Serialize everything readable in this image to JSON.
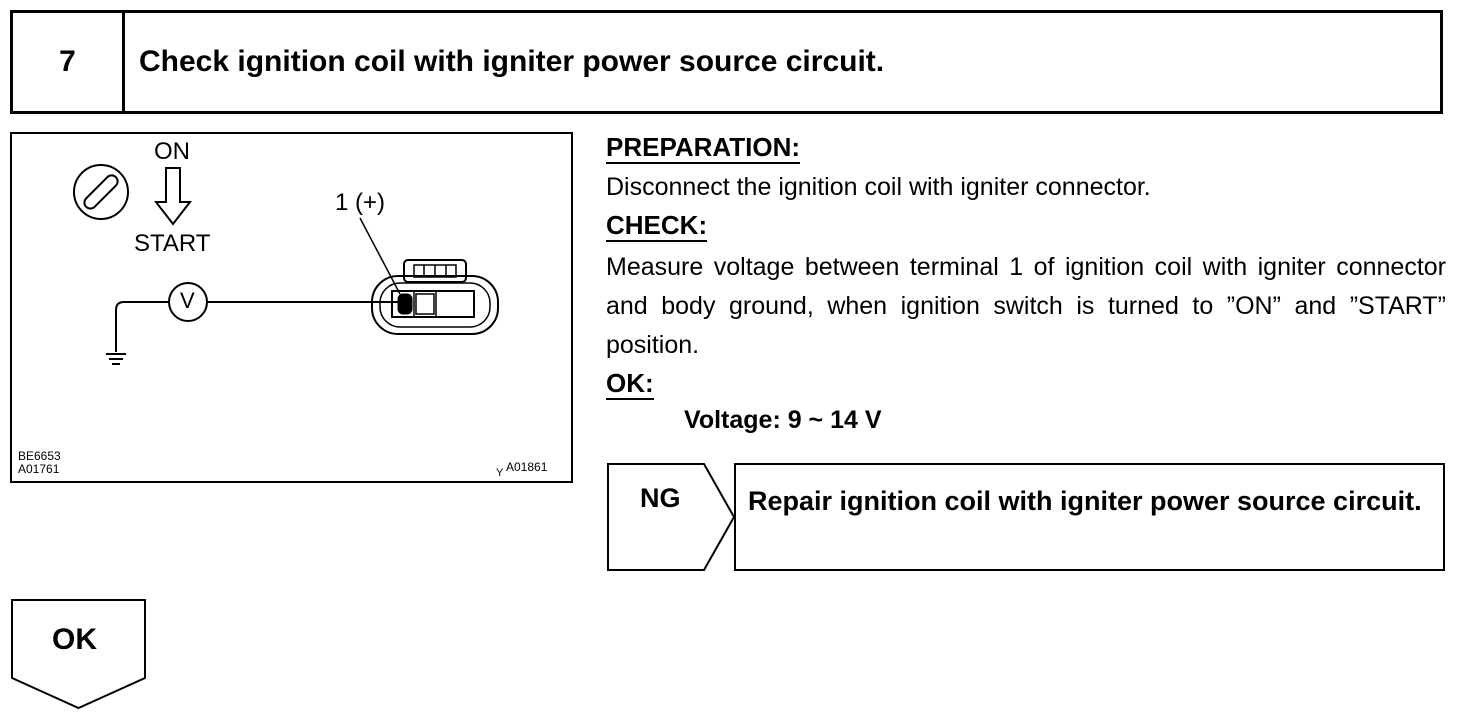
{
  "step": {
    "number": "7",
    "title": "Check ignition coil with igniter power source circuit."
  },
  "figure": {
    "label_on": "ON",
    "label_start": "START",
    "label_terminal": "1 (+)",
    "meter_symbol": "V",
    "code_1": "BE6653",
    "code_2": "A01761",
    "code_3": "A01861",
    "code_3_prefix": "Y"
  },
  "preparation": {
    "heading": "PREPARATION:",
    "text": "Disconnect the ignition coil with igniter connector."
  },
  "check": {
    "heading": "CHECK:",
    "text": "Measure voltage between terminal 1 of ignition coil with igniter connector and body ground, when ignition switch is turned to ”ON” and ”START” position."
  },
  "ok_spec": {
    "heading": "OK:",
    "spec": "Voltage: 9 ~ 14 V"
  },
  "ng_branch": {
    "label": "NG",
    "action": "Repair ignition coil with igniter power source circuit."
  },
  "ok_branch": {
    "label": "OK"
  }
}
